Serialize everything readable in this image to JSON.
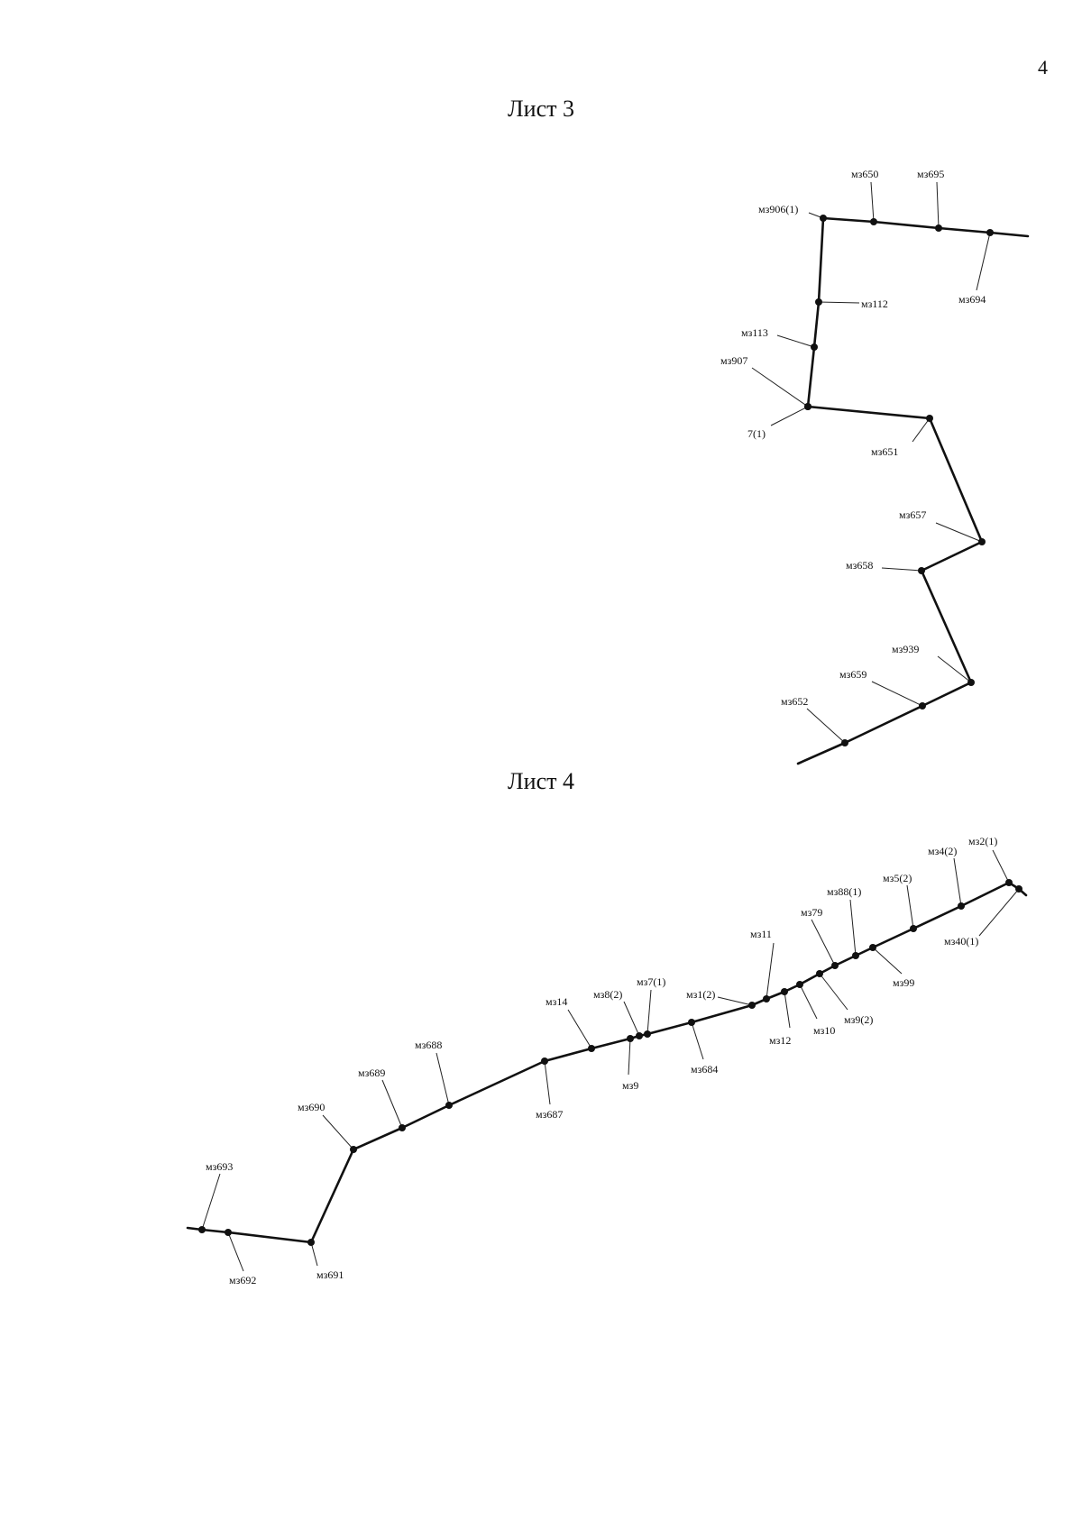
{
  "page_number": "4",
  "sheet3": {
    "title": "Лист 3",
    "points": [
      "мз906(1)",
      "мз650",
      "мз695",
      "мз694",
      "мз112",
      "мз113",
      "мз907",
      "7(1)",
      "мз651",
      "мз657",
      "мз658",
      "мз939",
      "мз659",
      "мз652"
    ]
  },
  "sheet4": {
    "title": "Лист 4",
    "points": [
      "мз2(1)",
      "мз40(1)",
      "мз4(2)",
      "мз5(2)",
      "мз99",
      "мз88(1)",
      "мз79",
      "мз9(2)",
      "мз11",
      "мз10",
      "мз12",
      "мз1(2)",
      "мз684",
      "мз7(1)",
      "мз8(2)",
      "мз9",
      "мз14",
      "мз687",
      "мз688",
      "мз689",
      "мз690",
      "мз691",
      "мз693",
      "мз692"
    ]
  }
}
